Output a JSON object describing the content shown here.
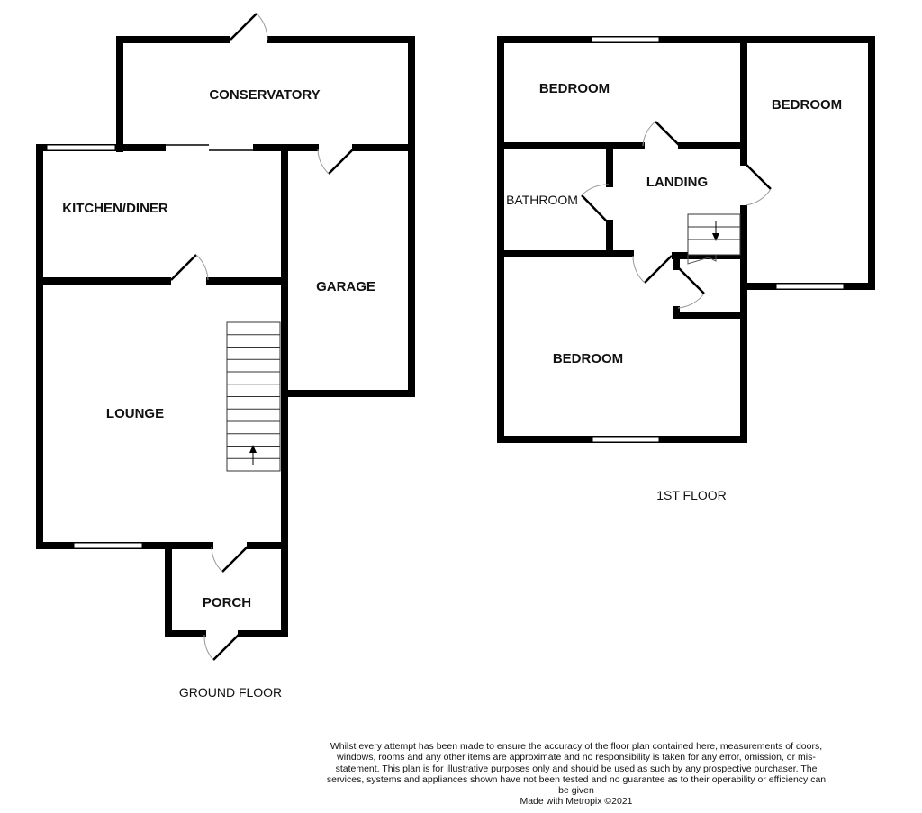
{
  "ground_floor": {
    "title": "GROUND FLOOR",
    "rooms": {
      "conservatory": "CONSERVATORY",
      "kitchen": "KITCHEN/DINER",
      "garage": "GARAGE",
      "lounge": "LOUNGE",
      "porch": "PORCH"
    }
  },
  "first_floor": {
    "title": "1ST FLOOR",
    "rooms": {
      "bedroom_top": "BEDROOM",
      "bedroom_right": "BEDROOM",
      "landing": "LANDING",
      "bathroom": "BATHROOM",
      "bedroom_main": "BEDROOM"
    }
  },
  "disclaimer": "Whilst every attempt has been made to ensure the accuracy of the floor plan contained here, measurements of doors, windows, rooms and any other items are approximate and no responsibility is taken for any error, omission, or mis-statement. This plan is for illustrative purposes only and should be used as such by any prospective purchaser. The services, systems and appliances shown have not been tested and no guarantee as to their operability or efficiency can be given",
  "credit": "Made with Metropix ©2021"
}
